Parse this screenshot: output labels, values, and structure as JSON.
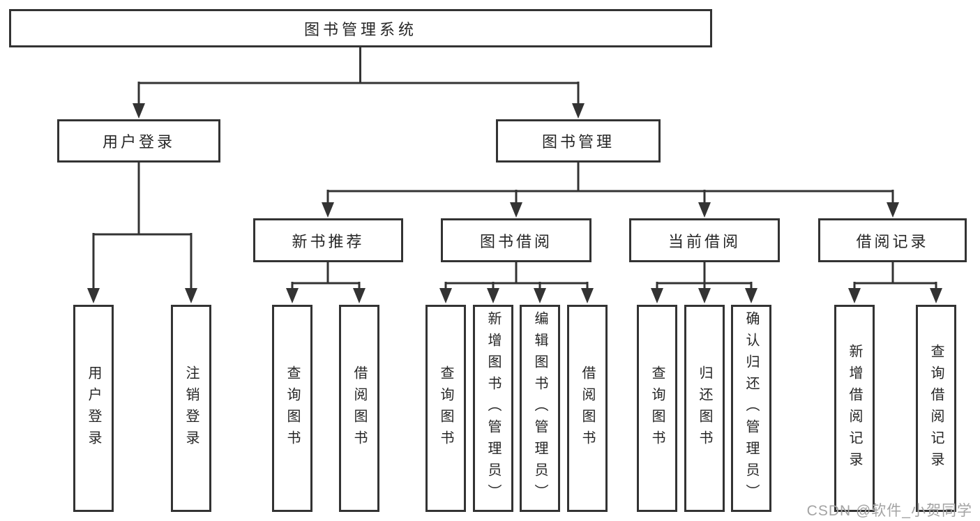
{
  "diagram": {
    "type": "hierarchy-tree",
    "tree": {
      "label": "图书管理系统",
      "children": [
        {
          "label": "用户登录",
          "children": [
            {
              "label": "用户登录"
            },
            {
              "label": "注销登录"
            }
          ]
        },
        {
          "label": "图书管理",
          "children": [
            {
              "label": "新书推荐",
              "children": [
                {
                  "label": "查询图书"
                },
                {
                  "label": "借阅图书"
                }
              ]
            },
            {
              "label": "图书借阅",
              "children": [
                {
                  "label": "查询图书"
                },
                {
                  "label": "新增图书（管理员）"
                },
                {
                  "label": "编辑图书（管理员）"
                },
                {
                  "label": "借阅图书"
                }
              ]
            },
            {
              "label": "当前借阅",
              "children": [
                {
                  "label": "查询图书"
                },
                {
                  "label": "归还图书"
                },
                {
                  "label": "确认归还（管理员）"
                }
              ]
            },
            {
              "label": "借阅记录",
              "children": [
                {
                  "label": "新增借阅记录"
                },
                {
                  "label": "查询借阅记录"
                }
              ]
            }
          ]
        }
      ]
    }
  },
  "watermark": {
    "text": "CSDN @软件_小贺同学"
  },
  "colors": {
    "background": "#ffffff",
    "line": "#333333",
    "text": "#262626",
    "watermark": "#a3a3a3"
  }
}
